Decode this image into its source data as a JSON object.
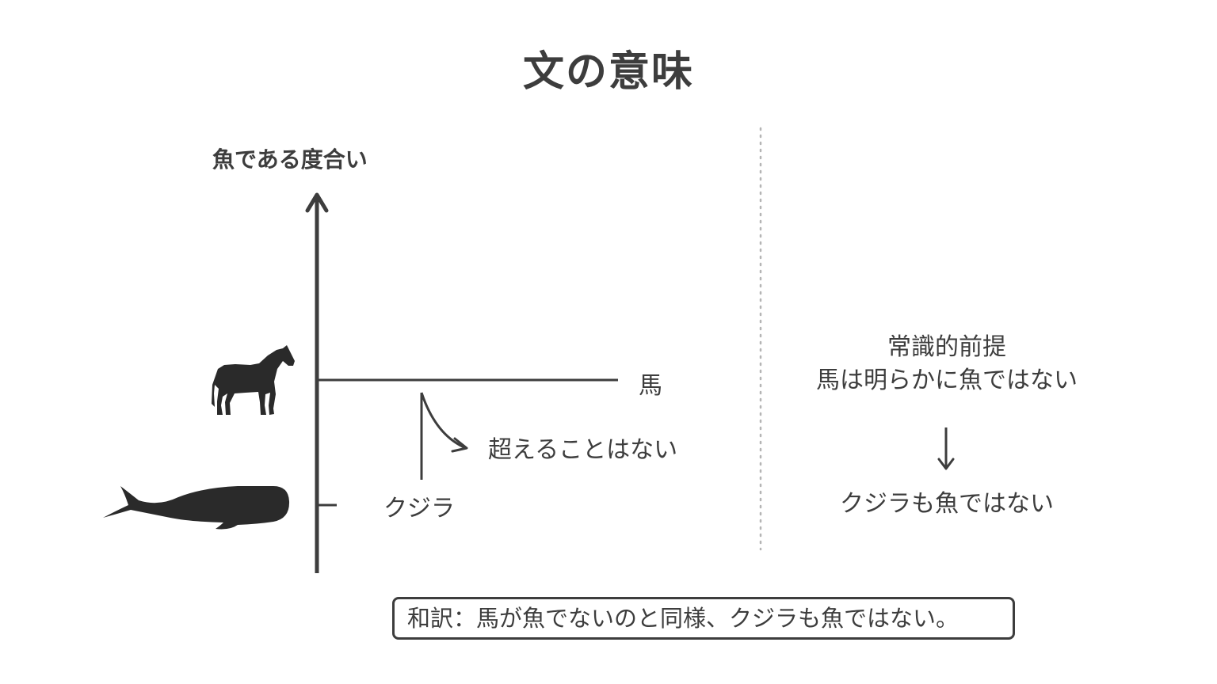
{
  "title": "文の意味",
  "diagram": {
    "y_axis_label": "魚である度合い",
    "horse_label": "馬",
    "whale_label": "クジラ",
    "curve_label": "超えることはない",
    "premise_line1": "常識的前提",
    "premise_line2": "馬は明らかに魚ではない",
    "conclusion": "クジラも魚ではない",
    "translation": "和訳：馬が魚でないのと同様、クジラも魚ではない。"
  },
  "icons": {
    "horse": "horse-silhouette-icon",
    "whale": "whale-silhouette-icon",
    "down_arrow": "down-arrow-icon"
  },
  "colors": {
    "ink": "#3d3d3d",
    "silhouette": "#2a2a2a",
    "divider": "#b5b5b5"
  }
}
